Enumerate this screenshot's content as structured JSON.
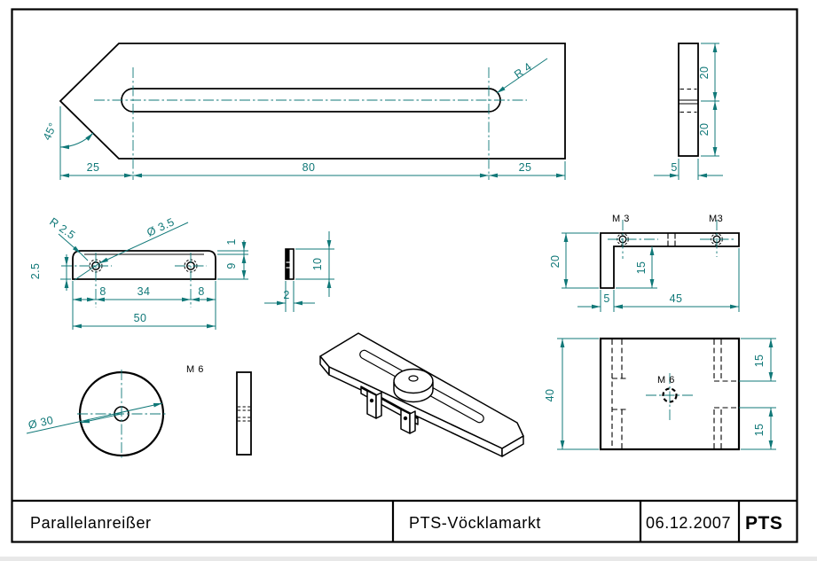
{
  "colors": {
    "dimension_teal": "#107878",
    "outline_black": "#000000",
    "paper": "#ffffff"
  },
  "title_block": {
    "title": "Parallelanreißer",
    "organization": "PTS-Vöcklamarkt",
    "date": "06.12.2007",
    "initials": "PTS"
  },
  "bar_front_view": {
    "dim_left": "25",
    "dim_slot_length": "80",
    "dim_right": "25",
    "slot_radius": "R 4",
    "tip_angle": "45°"
  },
  "bar_side_view": {
    "dim_upper": "20",
    "dim_lower": "20",
    "dim_thickness": "5"
  },
  "slider_front_view": {
    "corner_radius": "R 2.5",
    "hole_diameter": "Ø 3.5",
    "dim_hole_height": "2.5",
    "dim_left": "8",
    "dim_spacing": "34",
    "dim_right": "8",
    "dim_total": "50",
    "dim_crown": "1",
    "dim_body": "9"
  },
  "slider_side_view": {
    "dim_height": "10",
    "dim_thickness": "2"
  },
  "bracket_view": {
    "thread_left": "M 3",
    "thread_right": "M3",
    "dim_height": "20",
    "dim_leg": "15",
    "dim_thickness": "5",
    "dim_length": "45"
  },
  "disc_view": {
    "thread": "M 6",
    "dim_diameter": "Ø 30"
  },
  "base_plate_view": {
    "thread": "M 6",
    "dim_height": "40",
    "dim_slot_top": "15",
    "dim_slot_bottom": "15"
  }
}
